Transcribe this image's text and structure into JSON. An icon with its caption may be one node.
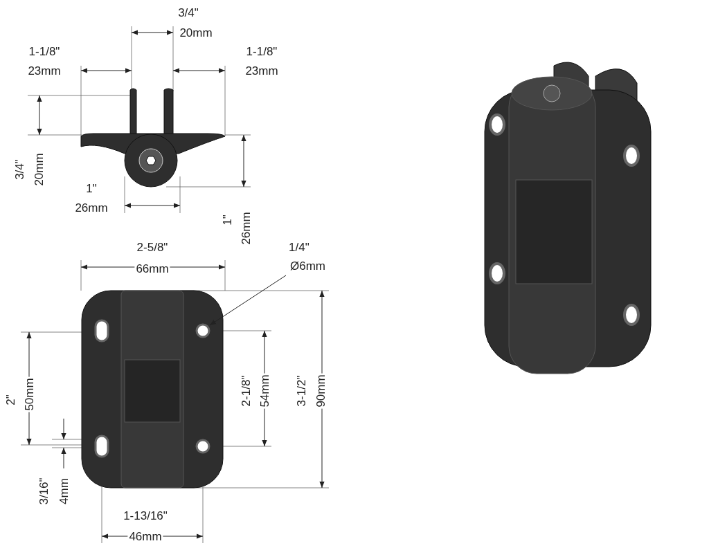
{
  "diagram": {
    "nodes": [
      {
        "text": [
          "1/4\"",
          "Ø6mm"
        ]
      },
      {
        "text": [],
        "shape": "circle"
      }
    ],
    "edges": [
      {
        "from": 0,
        "to": 1,
        "arrow": "to"
      }
    ],
    "labels": [
      "3/4\"",
      "20mm",
      "1-1/8\"",
      "23mm",
      "1-1/8\"",
      "23mm",
      "3/4\"",
      "20mm",
      "1\"",
      "26mm",
      "1\"",
      "26mm",
      "2-5/8\"",
      "66mm",
      "2\"",
      "50mm",
      "2-1/8\"",
      "54mm",
      "3-1/2\"",
      "90mm",
      "3/16\"",
      "4mm",
      "1-13/16\"",
      "46mm"
    ]
  }
}
